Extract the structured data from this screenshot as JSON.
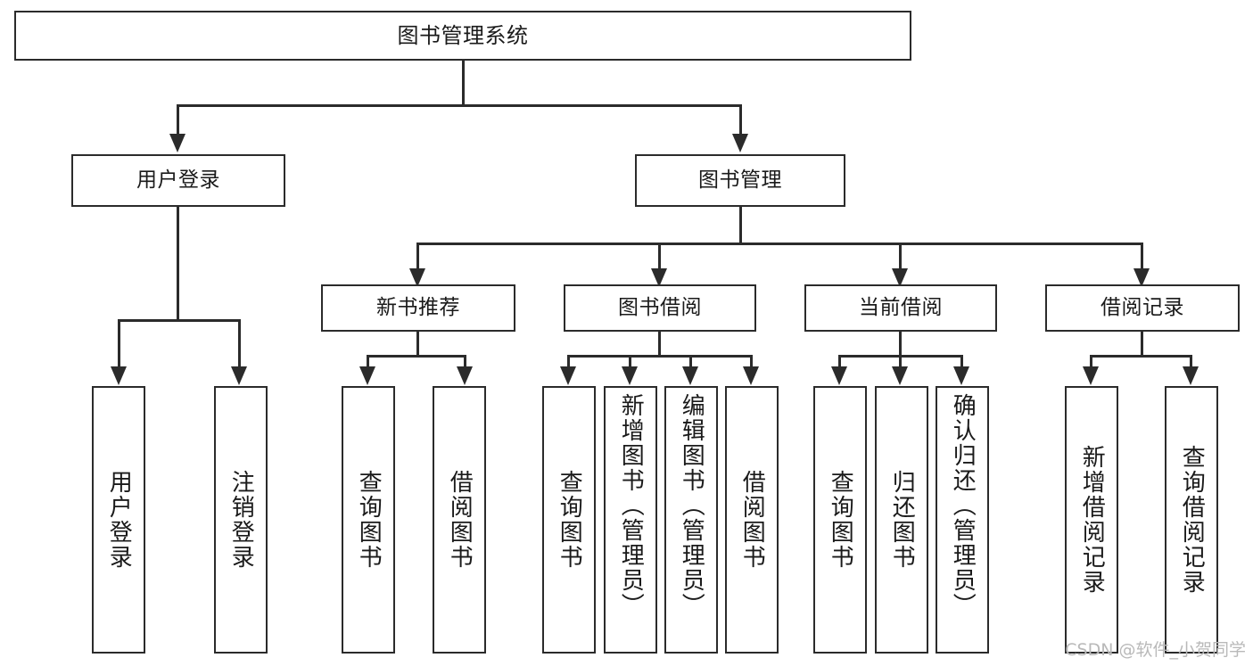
{
  "diagram": {
    "title": "图书管理系统",
    "type": "tree",
    "root": {
      "id": "root",
      "label": "图书管理系统",
      "children": [
        {
          "id": "user-login",
          "label": "用户登录",
          "children": [
            {
              "id": "leaf-user-login",
              "label": "用户登录"
            },
            {
              "id": "leaf-user-logout",
              "label": "注销登录"
            }
          ]
        },
        {
          "id": "book-manage",
          "label": "图书管理",
          "children": [
            {
              "id": "new-book-rec",
              "label": "新书推荐",
              "children": [
                {
                  "id": "leaf-query-book-1",
                  "label": "查询图书"
                },
                {
                  "id": "leaf-borrow-book-1",
                  "label": "借阅图书"
                }
              ]
            },
            {
              "id": "book-borrow",
              "label": "图书借阅",
              "children": [
                {
                  "id": "leaf-query-book-2",
                  "label": "查询图书"
                },
                {
                  "id": "leaf-add-book",
                  "label": "新增图书（管理员）"
                },
                {
                  "id": "leaf-edit-book",
                  "label": "编辑图书（管理员）"
                },
                {
                  "id": "leaf-borrow-book-2",
                  "label": "借阅图书"
                }
              ]
            },
            {
              "id": "current-borrow",
              "label": "当前借阅",
              "children": [
                {
                  "id": "leaf-query-book-3",
                  "label": "查询图书"
                },
                {
                  "id": "leaf-return-book",
                  "label": "归还图书"
                },
                {
                  "id": "leaf-confirm-return",
                  "label": "确认归还（管理员）"
                }
              ]
            },
            {
              "id": "borrow-record",
              "label": "借阅记录",
              "children": [
                {
                  "id": "leaf-add-record",
                  "label": "新增借阅记录"
                },
                {
                  "id": "leaf-query-record",
                  "label": "查询借阅记录"
                }
              ]
            }
          ]
        }
      ]
    }
  },
  "watermark": {
    "text": "CSDN @软件_小贺同学"
  },
  "colors": {
    "stroke": "#2b2b2b",
    "background": "#ffffff",
    "text": "#1a1a1a",
    "watermark": "#b9b9b9"
  }
}
